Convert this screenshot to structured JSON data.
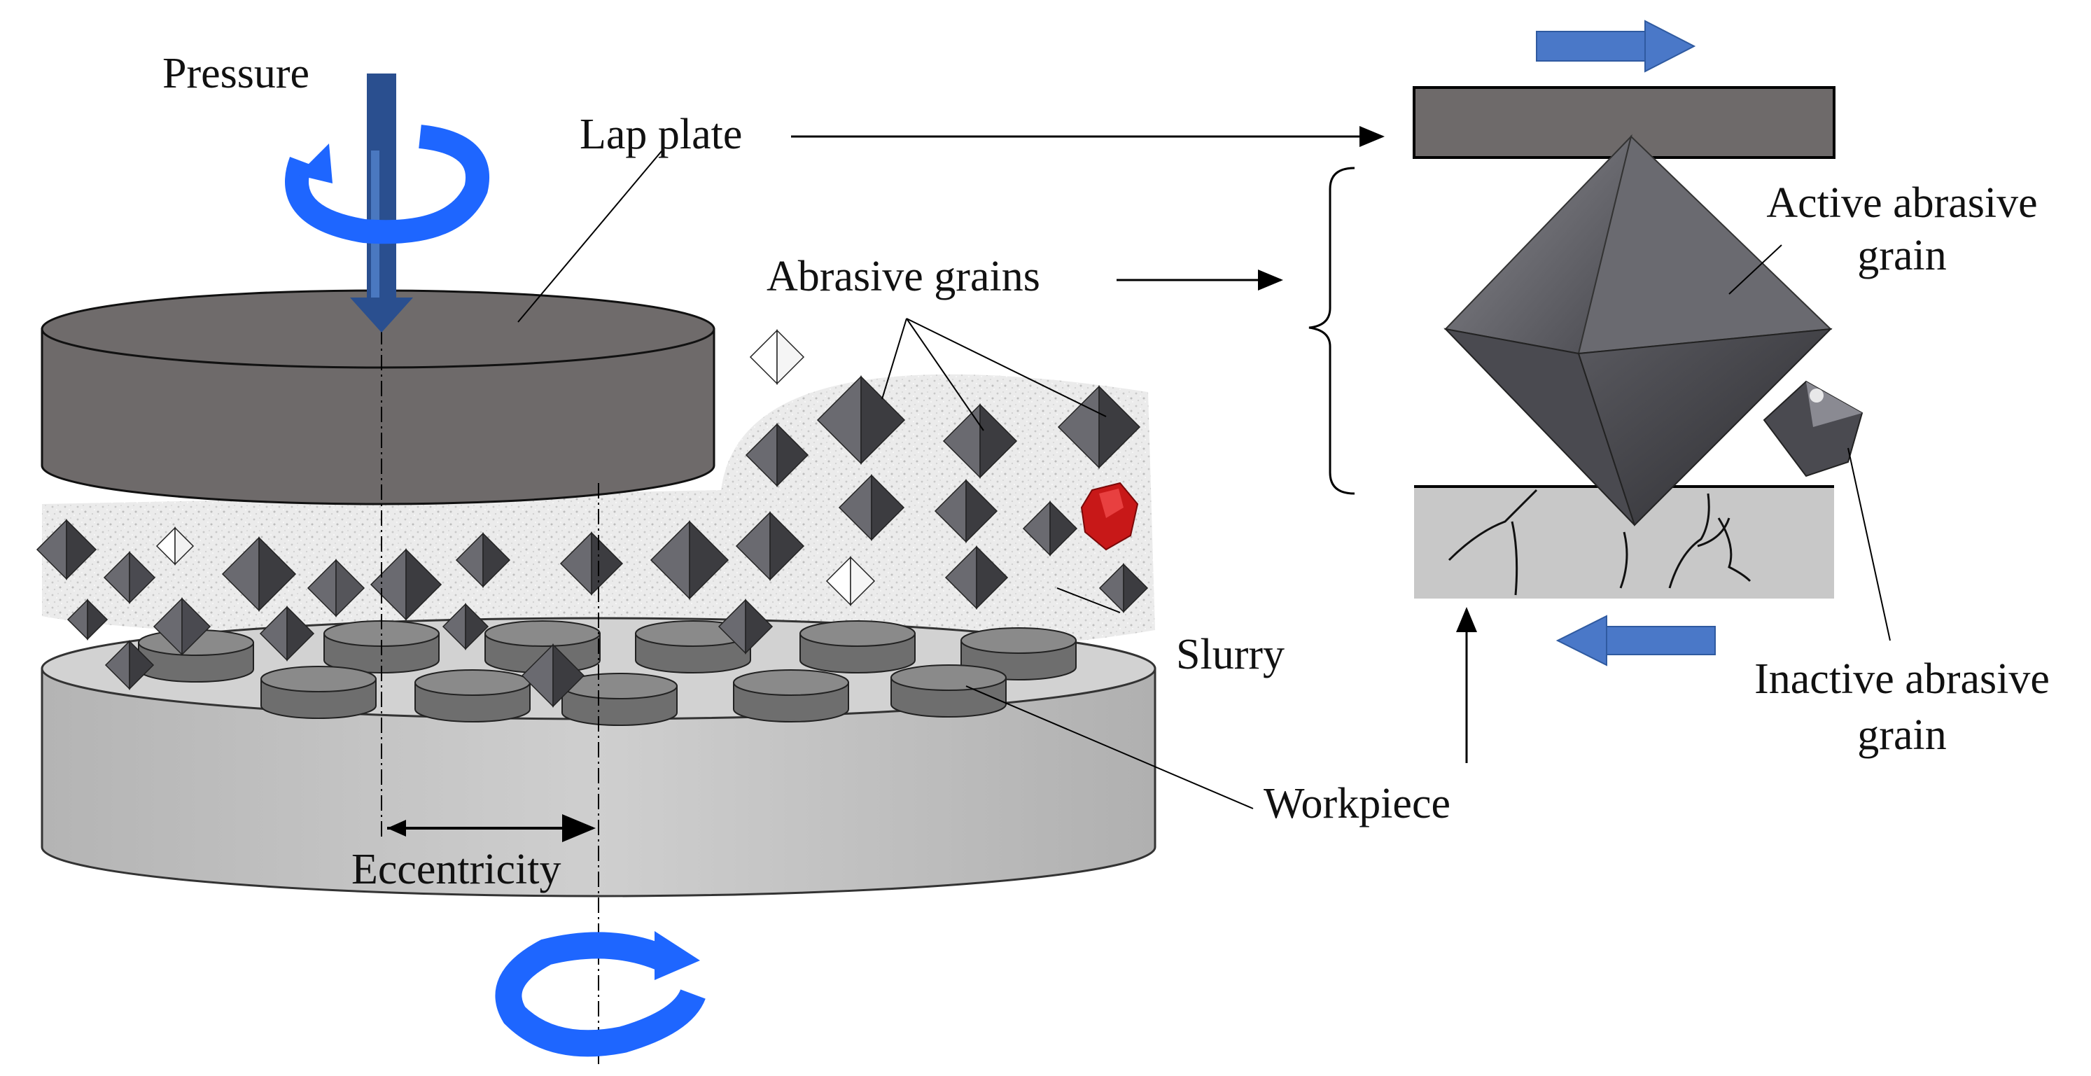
{
  "labels": {
    "pressure": "Pressure",
    "lap_plate": "Lap plate",
    "abrasive_grains": "Abrasive grains",
    "slurry": "Slurry",
    "workpiece": "Workpiece",
    "eccentricity": "Eccentricity",
    "active_line1": "Active abrasive",
    "active_line2": "grain",
    "inactive_line1": "Inactive abrasive",
    "inactive_line2": "grain"
  },
  "colors": {
    "lap_plate": "#6e6a6a",
    "base_plate": "#c4c4c4",
    "workpiece_disc": "#7a7a7a",
    "arrow_blue": "#4a78c8",
    "rotation_blue": "#1e66ff",
    "pressure_arrow": "#2a4f8f",
    "grain_dark": "#3c3c40",
    "grain_red": "#c81818",
    "slurry": "#ebebeb"
  },
  "icons": {
    "top_rotation": "rotation-arrow-icon",
    "bottom_rotation": "rotation-arrow-icon",
    "motion_right": "right-arrow-icon",
    "motion_left": "left-arrow-icon"
  }
}
